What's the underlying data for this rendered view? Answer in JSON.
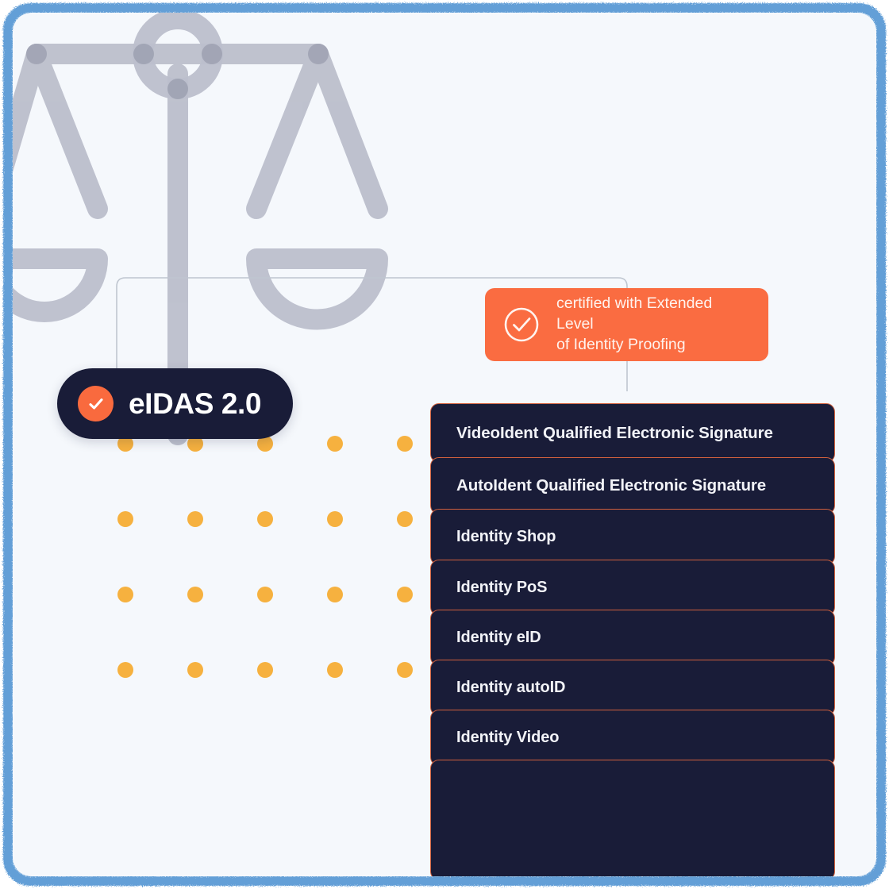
{
  "frame": {
    "border_color": "#5C9BD6",
    "stage_bg": "#F5F8FC"
  },
  "watermark": {
    "icon": "scales-of-justice-icon",
    "color": "#BCBFCC"
  },
  "badge": {
    "label": "eIDAS 2.0",
    "icon": "check-circle-icon",
    "bg_color": "#191C38",
    "accent_color": "#F96A3E"
  },
  "callout": {
    "icon": "check-circle-outline-icon",
    "line1": "certified with Extended Level",
    "line2": "of Identity Proofing",
    "bg_color": "#FA6C41",
    "text_color": "#FFF3EE"
  },
  "product_list": {
    "border_color": "#D1603D",
    "bg_color": "#191C38",
    "items": [
      {
        "label": "VideoIdent Qualified Electronic Signature",
        "emphasis": "bold"
      },
      {
        "label": "AutoIdent Qualified Electronic Signature",
        "emphasis": "bold"
      },
      {
        "label": "Identity Shop",
        "emphasis": "medium"
      },
      {
        "label": "Identity PoS",
        "emphasis": "medium"
      },
      {
        "label": "Identity eID",
        "emphasis": "medium"
      },
      {
        "label": "Identity autoID",
        "emphasis": "medium"
      },
      {
        "label": "Identity Video",
        "emphasis": "medium"
      },
      {
        "label": "",
        "emphasis": "medium"
      }
    ]
  },
  "dot_grid": {
    "color": "#F6B13F",
    "columns": 5,
    "rows": 4,
    "col_x": [
      22,
      110,
      198,
      286,
      374
    ],
    "row_y": [
      18,
      113,
      208,
      303
    ]
  },
  "connector": {
    "color": "#BFC6D0"
  }
}
